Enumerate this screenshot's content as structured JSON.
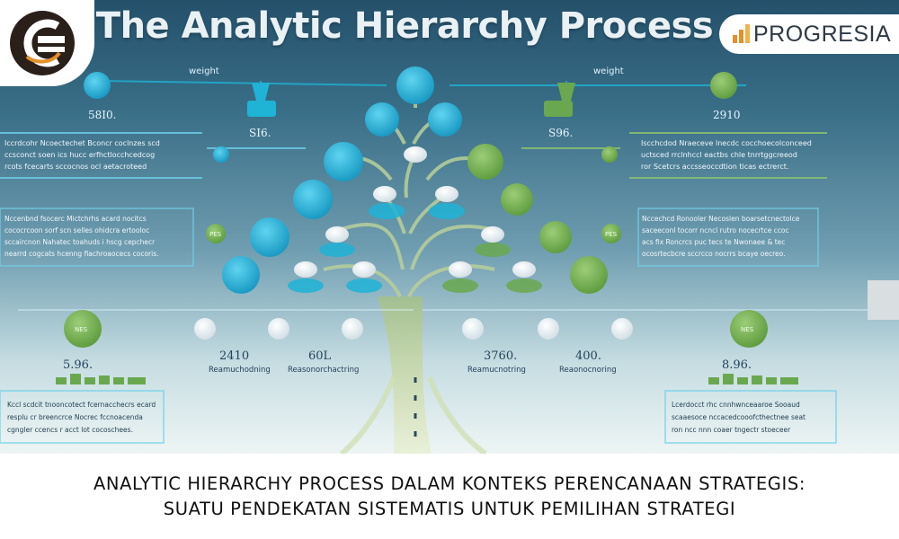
{
  "title": "The Analytic Hierarchy Process",
  "brand": {
    "name": "PROGRESIA",
    "logo_icon": "bar-chart-icon",
    "left_logo_icon": "gs-monogram-icon"
  },
  "colors": {
    "blue": "#1fb3d6",
    "green": "#6aa84f",
    "dark": "#2b2f33",
    "accent": "#e2912b"
  },
  "diagram_text": {
    "weight_left": "weight",
    "weight_right": "weight",
    "value_tl": "58I0.",
    "value_tr": "2910",
    "value_ml": "SI6.",
    "value_mr": "S96.",
    "value_bl": "5.96.",
    "value_bl2": "2410",
    "value_bc": "60L",
    "value_br2": "3760.",
    "value_br": "400.",
    "value_brr": "8.96.",
    "sub_bl2": "Reamuchodning",
    "sub_bc": "Reasonorchactring",
    "sub_br2": "Reamucnotring",
    "sub_br": "Reaonocnoring",
    "node_l1": "NES",
    "node_r1": "NES",
    "node_mid_l": "PES",
    "node_mid_r": "PES"
  },
  "text_boxes": [
    {
      "lines": [
        "Iccrdcohr Ncoectechet Bconcr coclnzes  scd",
        "ccsconct soen ics hucc erfhctlocchcedcog",
        "rcots fcecarts sccocnos ocl aetacroteed"
      ]
    },
    {
      "lines": [
        "Nccenbnd fsocerc Mictchrhs  acard nocitcs",
        "cococrcoon sorf  scn  selles ohidcra  ertooloc",
        "sccaircnon  Nahatec  toahuds  i hscg cepchecr",
        "nearrd cogcats  hcenng  fiachroaocecs  cocoris."
      ]
    },
    {
      "lines": [
        "Kccl scdcit  tnooncotect fcernacchecrs  ecard",
        "resplu cr  breencrce  Nocrec  fccnoacenda",
        "cgngler ccencs  r acct  lot cocoschees."
      ]
    },
    {
      "lines": [
        "Iscchcdod  Nraeceve  lnecdc cocchoecolconceed",
        "uctsced  rrclnhccl  eactbs  chle  tnrrtggcreeod",
        "ror  Scetcrs  accsseoccdtion  ticas  ectrerct."
      ]
    },
    {
      "lines": [
        "Nccechcd Ronooler Necoslen  boarsetcnectolce",
        "saceeconl   tocorr ncncl rutro  nocecrtce  ccoc",
        "acs  fix Roncrcs  puc  tecs  te  Nwonaee  &  tec",
        "ocosrtecbcre  sccrcco  nocrrs  bcaye  oecreo."
      ]
    },
    {
      "lines": [
        "Lcerdocct rhc  cnnhwnceaaroe Sooaud",
        "scaaesoce  nccacedcooofcthectnee  seat",
        "ron  ncc  nnn  coaer  tngectr  stoeceer"
      ]
    }
  ],
  "caption": {
    "line1": "ANALYTIC HIERARCHY PROCESS DALAM KONTEKS PERENCANAAN STRATEGIS:",
    "line2": "SUATU PENDEKATAN SISTEMATIS UNTUK PEMILIHAN STRATEGI"
  }
}
